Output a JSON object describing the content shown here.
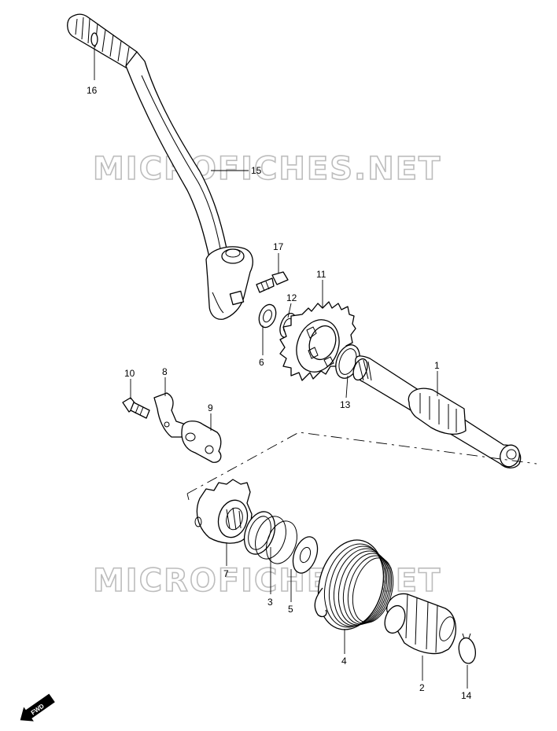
{
  "watermark": "MICROFICHES.NET",
  "direction_marker": "FWD",
  "parts": [
    {
      "no": "1"
    },
    {
      "no": "2"
    },
    {
      "no": "3"
    },
    {
      "no": "4"
    },
    {
      "no": "5"
    },
    {
      "no": "6"
    },
    {
      "no": "7"
    },
    {
      "no": "8"
    },
    {
      "no": "9"
    },
    {
      "no": "10"
    },
    {
      "no": "11"
    },
    {
      "no": "12"
    },
    {
      "no": "13"
    },
    {
      "no": "14"
    },
    {
      "no": "15"
    },
    {
      "no": "16"
    },
    {
      "no": "17"
    }
  ]
}
